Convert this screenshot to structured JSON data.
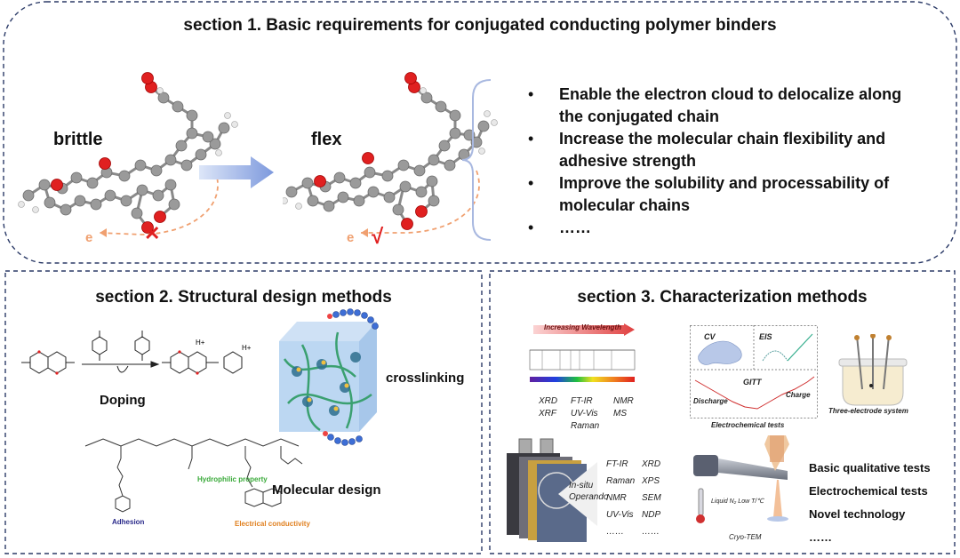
{
  "section1": {
    "title": "section 1. Basic requirements for conjugated conducting polymer binders",
    "brittle_label": "brittle",
    "flex_label": "flex",
    "electron": "e",
    "cross_mark": "✕",
    "check_mark": "√",
    "bullets": [
      "Enable the electron cloud to delocalize along the conjugated chain",
      "Increase the molecular chain flexibility and adhesive strength",
      "Improve the solubility and processability of molecular chains",
      "……"
    ]
  },
  "section2": {
    "title": "section 2. Structural design methods",
    "doping_label": "Doping",
    "crosslinking_label": "crosslinking",
    "molecular_design_label": "Molecular design",
    "adhesion_label": "Adhesion",
    "hydrophilic_label": "Hydrophilic property",
    "electrical_label": "Electrical conductivity",
    "h_plus": "H+"
  },
  "section3": {
    "title": "section 3. Characterization methods",
    "wavelength_label": "Increasing Wavelength",
    "spectro_col1": [
      "XRD",
      "XRF"
    ],
    "spectro_col2": [
      "FT-IR",
      "UV-Vis",
      "Raman"
    ],
    "spectro_col3": [
      "NMR",
      "MS"
    ],
    "cv_label": "CV",
    "eis_label": "EIS",
    "gitt_label": "GITT",
    "discharge_label": "Discharge",
    "charge_label": "Charge",
    "electrochem_caption": "Electrochemical tests",
    "three_electrode_caption": "Three-electrode system",
    "insitu_label": "In-situ",
    "operando_label": "Operando",
    "insitu_col1": [
      "FT-IR",
      "Raman",
      "NMR",
      "UV-Vis",
      "……"
    ],
    "insitu_col2": [
      "XRD",
      "XPS",
      "SEM",
      "NDP",
      "……"
    ],
    "liquid_n2_label": "Liquid N₂ Low T/℃",
    "cryo_tem_label": "Cryo-TEM",
    "tests": [
      "Basic qualitative tests",
      "Electrochemical tests",
      "Novel technology",
      "……"
    ]
  }
}
